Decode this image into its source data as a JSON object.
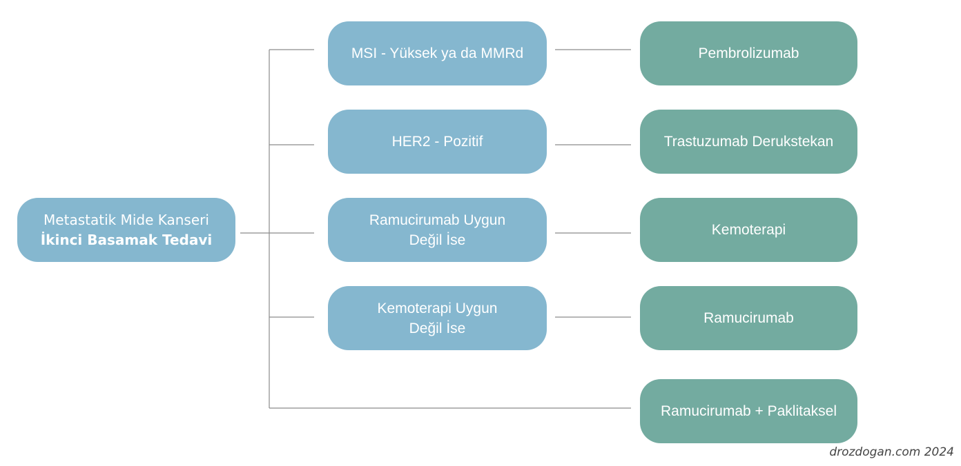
{
  "root": {
    "line1": "Metastatik Mide Kanseri",
    "line2": "İkinci Basamak Tedavi"
  },
  "conditions": [
    {
      "lines": [
        "MSI - Yüksek ya da MMRd"
      ]
    },
    {
      "lines": [
        "HER2 - Pozitif"
      ]
    },
    {
      "lines": [
        "Ramucirumab Uygun",
        "Değil İse"
      ]
    },
    {
      "lines": [
        "Kemoterapi Uygun",
        "Değil İse"
      ]
    }
  ],
  "treatments": [
    {
      "label": "Pembrolizumab"
    },
    {
      "label": "Trastuzumab Derukstekan"
    },
    {
      "label": "Kemoterapi"
    },
    {
      "label": "Ramucirumab"
    },
    {
      "label": "Ramucirumab + Paklitaksel"
    }
  ],
  "colors": {
    "condition_box": "#85b7cf",
    "treatment_box": "#73aba0",
    "connector": "#8a8a8a",
    "text": "#ffffff"
  },
  "credit": "drozdogan.com 2024"
}
